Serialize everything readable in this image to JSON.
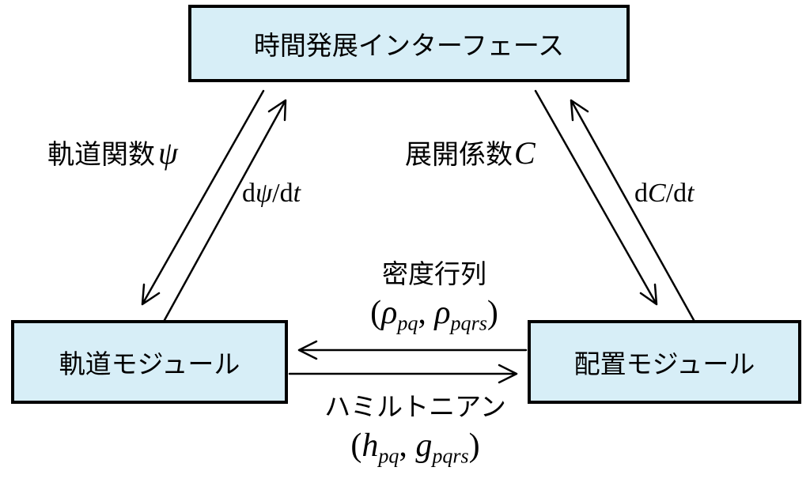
{
  "modules": {
    "time_interface": "時間発展インターフェース",
    "orbital_module": "軌道モジュール",
    "config_module": "配置モジュール"
  },
  "labels": {
    "orbital_function_text": "軌道関数",
    "orbital_function_symbol": "ψ",
    "dpsi_d": "d",
    "dpsi_psi": "ψ",
    "dpsi_slash": "/d",
    "dpsi_t": "t",
    "expansion_text": "展開係数",
    "expansion_symbol": "C",
    "dc_d": "d",
    "dc_c": "C",
    "dc_slash": "/d",
    "dc_t": "t",
    "density_text": "密度行列",
    "density_open": "(",
    "density_rho1": "ρ",
    "density_sub1": "pq",
    "density_comma": ", ",
    "density_rho2": "ρ",
    "density_sub2": "pqrs",
    "density_close": ")",
    "hamiltonian_text": "ハミルトニアン",
    "hamiltonian_open": "(",
    "hamiltonian_h": "h",
    "hamiltonian_sub1": "pq",
    "hamiltonian_comma": ", ",
    "hamiltonian_g": "g",
    "hamiltonian_sub2": "pqrs",
    "hamiltonian_close": ")"
  },
  "colors": {
    "box_fill": "#d7eef7",
    "stroke": "#000000"
  }
}
